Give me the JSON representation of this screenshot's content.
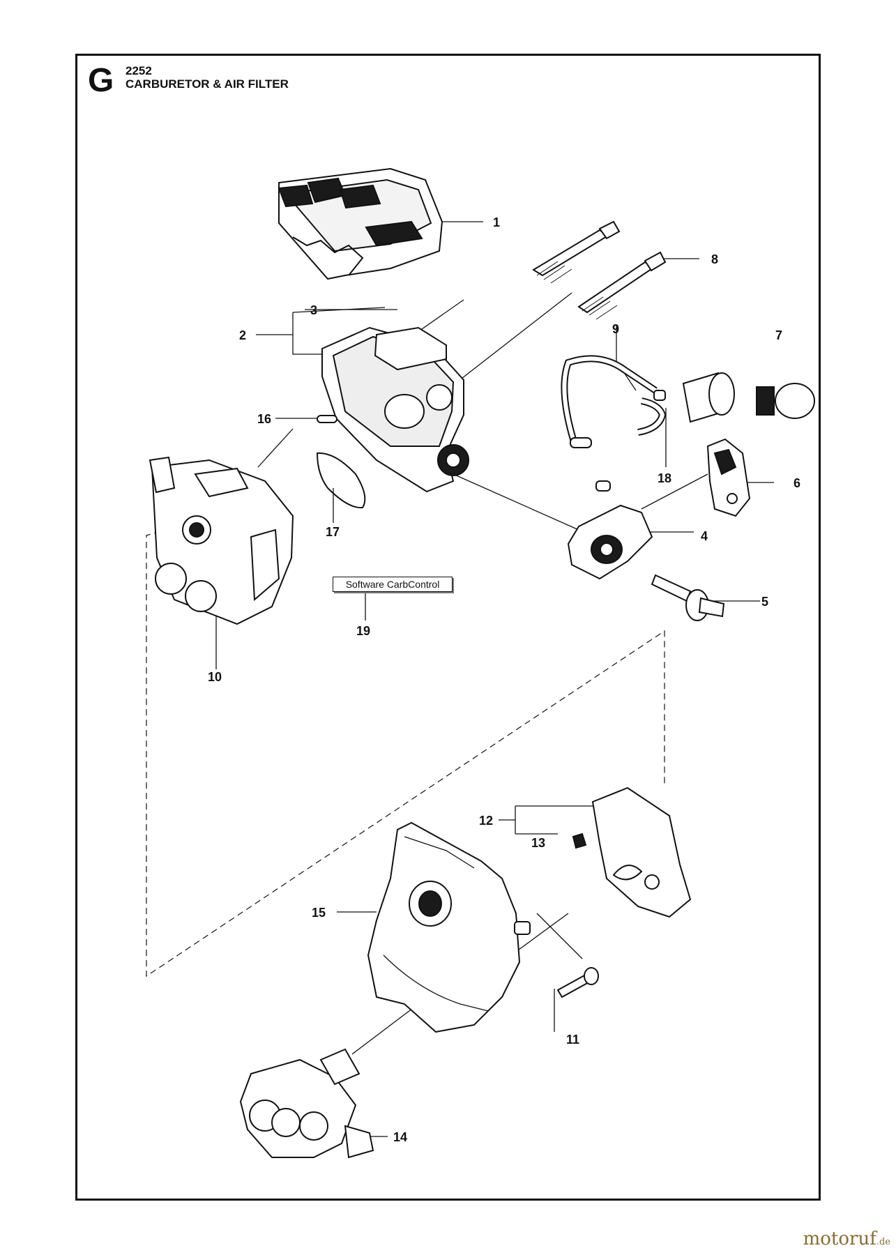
{
  "header": {
    "section_letter": "G",
    "model_number": "2252",
    "title": "CARBURETOR & AIR FILTER"
  },
  "note_box": {
    "label": "Software CarbControl"
  },
  "callouts": [
    "1",
    "2",
    "3",
    "4",
    "5",
    "6",
    "7",
    "8",
    "9",
    "10",
    "11",
    "12",
    "13",
    "14",
    "15",
    "16",
    "17",
    "18",
    "19"
  ],
  "watermark": {
    "brand": "motoruf",
    "suffix": ".de"
  },
  "colors": {
    "line": "#111111",
    "fill_dark": "#1a1a1a",
    "fill_light": "#ffffff",
    "watermark": "#8a6b2f"
  }
}
